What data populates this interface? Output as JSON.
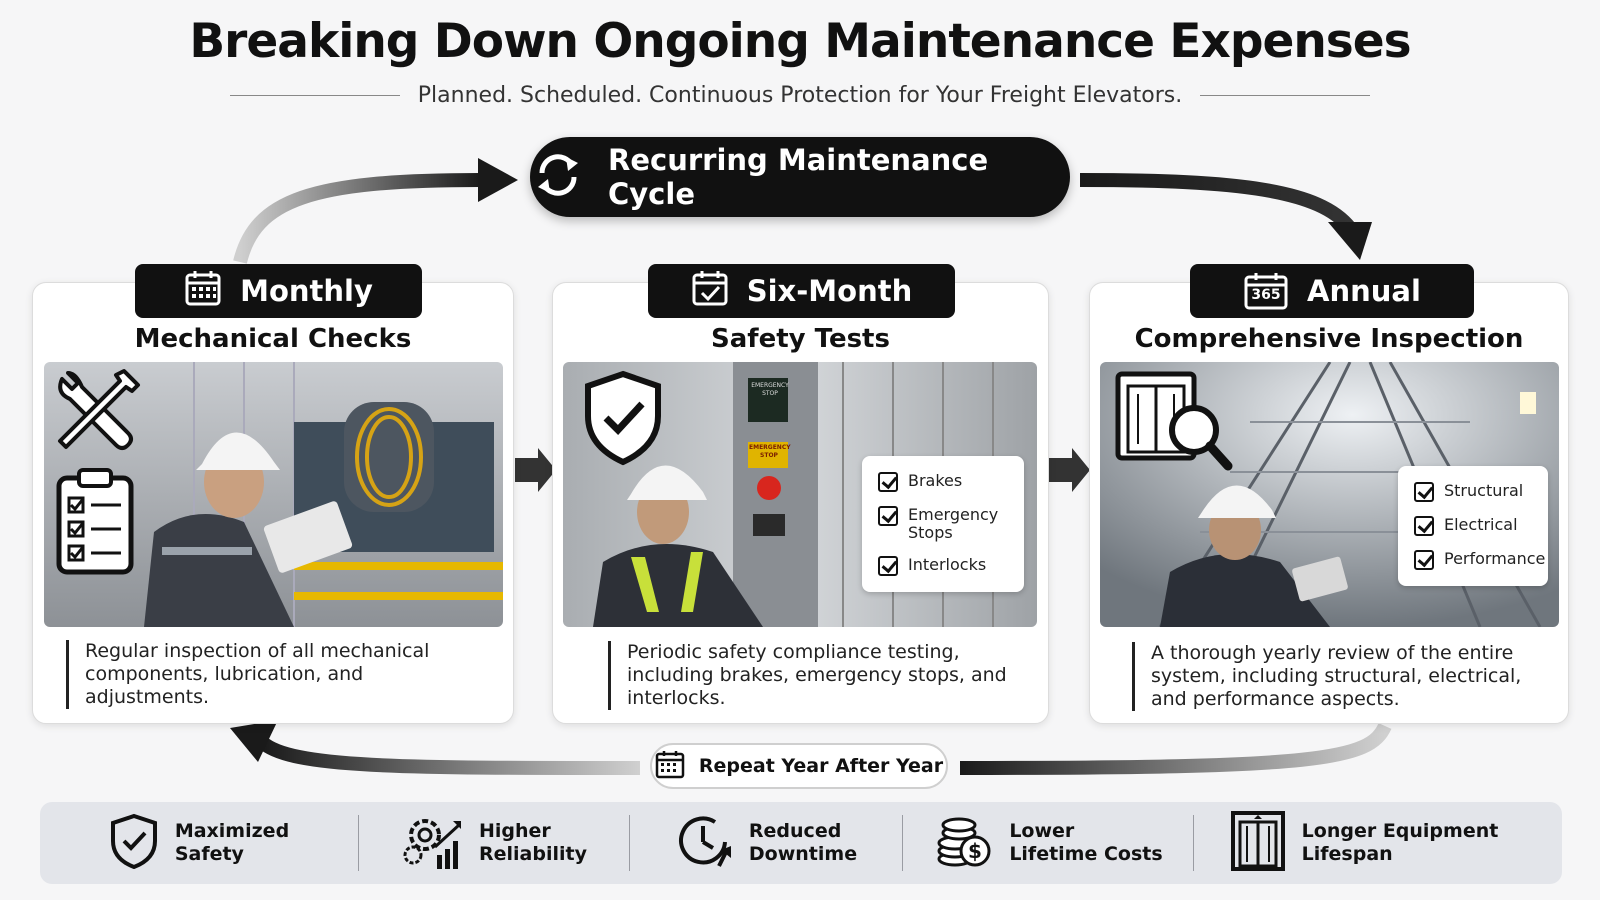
{
  "title": "Breaking Down Ongoing Maintenance Expenses",
  "subtitle": "Planned. Scheduled. Continuous Protection for Your Freight Elevators.",
  "cycle": {
    "label": "Recurring Maintenance Cycle",
    "icon": "refresh-cycle-icon"
  },
  "cards": [
    {
      "tab": "Monthly",
      "tab_icon": "calendar-grid-icon",
      "heading": "Mechanical Checks",
      "description": "Regular inspection of all mechanical components, lubrication, and adjustments.",
      "overlay_icons": [
        "wrench-screwdriver-icon",
        "clipboard-checklist-icon"
      ],
      "checklist": []
    },
    {
      "tab": "Six-Month",
      "tab_icon": "calendar-check-icon",
      "heading": "Safety Tests",
      "description": "Periodic safety compliance testing, including brakes, emergency stops, and interlocks.",
      "overlay_icons": [
        "shield-check-icon"
      ],
      "photo_sign_1": "EMERGENCY STOP",
      "photo_sign_2": "EMERGENCY STOP",
      "checklist": [
        "Brakes",
        "Emergency Stops",
        "Interlocks"
      ]
    },
    {
      "tab": "Annual",
      "tab_icon": "calendar-365-icon",
      "tab_icon_text": "365",
      "heading": "Comprehensive Inspection",
      "description": "A thorough yearly review of the entire system, including structural, electrical, and performance aspects.",
      "overlay_icons": [
        "elevator-magnifier-icon"
      ],
      "checklist": [
        "Structural",
        "Electrical",
        "Performance"
      ]
    }
  ],
  "repeat": {
    "label": "Repeat Year After Year",
    "icon": "calendar-icon"
  },
  "benefits": [
    {
      "label": "Maximized\nSafety",
      "icon": "shield-check-icon"
    },
    {
      "label": "Higher\nReliability",
      "icon": "gears-chart-icon"
    },
    {
      "label": "Reduced\nDowntime",
      "icon": "clock-arrow-icon"
    },
    {
      "label": "Lower\nLifetime Costs",
      "icon": "coins-dollar-icon"
    },
    {
      "label": "Longer Equipment\nLifespan",
      "icon": "elevator-doors-icon"
    }
  ],
  "colors": {
    "dark": "#111111",
    "background": "#f6f6f7",
    "benefits_bar": "#e3e5ea",
    "hivis": "#c8e03a"
  }
}
